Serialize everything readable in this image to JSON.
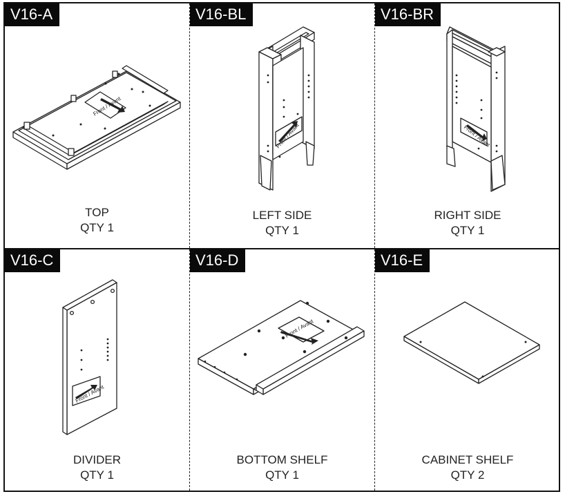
{
  "parts": [
    {
      "code": "V16-A",
      "name": "TOP",
      "qty": "QTY 1"
    },
    {
      "code": "V16-BL",
      "name": "LEFT SIDE",
      "qty": "QTY 1"
    },
    {
      "code": "V16-BR",
      "name": "RIGHT SIDE",
      "qty": "QTY 1"
    },
    {
      "code": "V16-C",
      "name": "DIVIDER",
      "qty": "QTY 1"
    },
    {
      "code": "V16-D",
      "name": "BOTTOM SHELF",
      "qty": "QTY 1"
    },
    {
      "code": "V16-E",
      "name": "CABINET SHELF",
      "qty": "QTY 2"
    }
  ],
  "front_label": "Front / Avant"
}
